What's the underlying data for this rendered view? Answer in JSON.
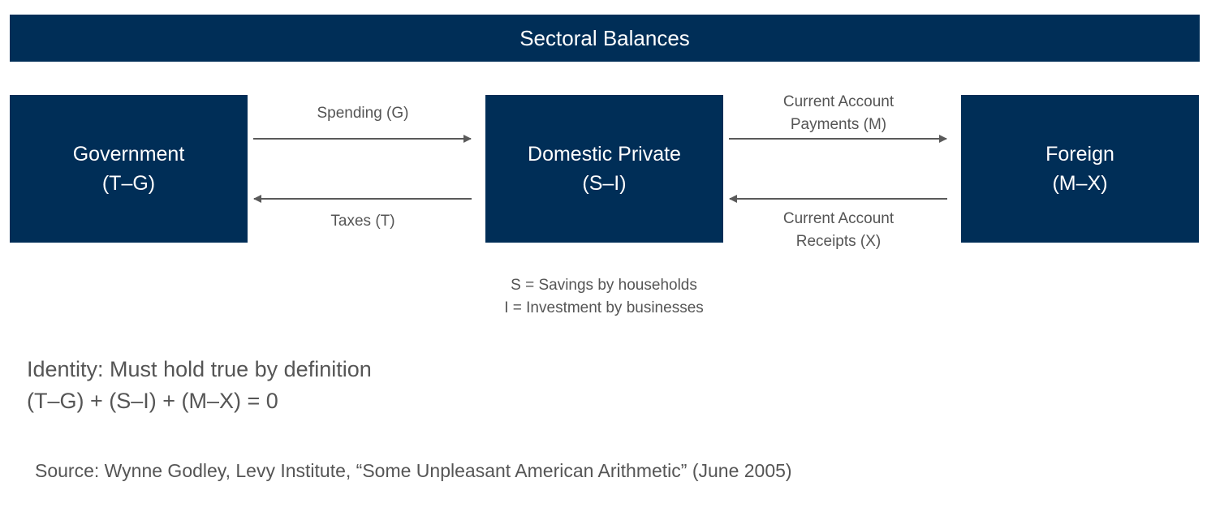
{
  "colors": {
    "box_fill": "#002e57",
    "box_text": "#ffffff",
    "arrow": "#5a5a5a",
    "label_text": "#555555",
    "body_text": "#555555"
  },
  "title": "Sectoral Balances",
  "sectors": {
    "government": {
      "name": "Government",
      "balance": "(T–G)"
    },
    "domestic": {
      "name": "Domestic Private",
      "balance": "(S–I)"
    },
    "foreign": {
      "name": "Foreign",
      "balance": "(M–X)"
    }
  },
  "flows": {
    "spending": {
      "lines": [
        "Spending (G)"
      ]
    },
    "taxes": {
      "lines": [
        "Taxes (T)"
      ]
    },
    "ca_payments": {
      "lines": [
        "Current Account",
        "Payments (M)"
      ]
    },
    "ca_receipts": {
      "lines": [
        "Current Account",
        "Receipts (X)"
      ]
    }
  },
  "definitions": [
    "S = Savings by households",
    "I = Investment by businesses"
  ],
  "identity": {
    "heading": "Identity: Must hold true by definition",
    "equation": "(T–G) + (S–I) + (M–X) = 0"
  },
  "source": "Source: Wynne Godley, Levy Institute, “Some Unpleasant American Arithmetic” (June 2005)"
}
